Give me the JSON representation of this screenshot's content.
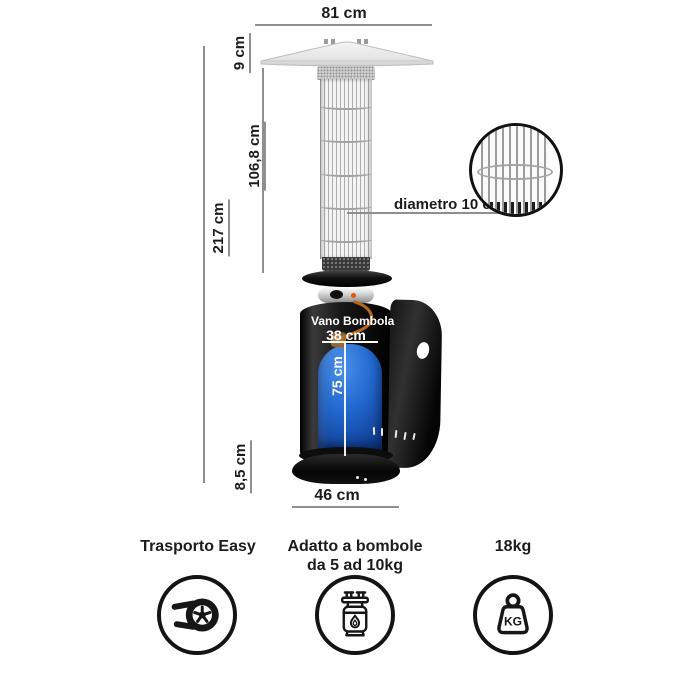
{
  "dims": {
    "top_width": "81 cm",
    "reflector_height": "9 cm",
    "tube_height": "106,8 cm",
    "total_height": "217 cm",
    "diameter": "diametro 10 cm",
    "base_height": "8,5 cm",
    "base_width": "46 cm"
  },
  "compartment": {
    "title": "Vano Bombola",
    "width": "38 cm",
    "bottle_height": "75 cm"
  },
  "features": [
    {
      "label_lines": [
        "Trasporto Easy"
      ],
      "icon": "wheel-speed-icon"
    },
    {
      "label_lines": [
        "Adatto a bombole",
        "da 5 ad 10kg"
      ],
      "icon": "gas-cylinder-flame-icon"
    },
    {
      "label_lines": [
        "18kg"
      ],
      "icon": "weight-kg-icon",
      "icon_text": "KG"
    }
  ],
  "colors": {
    "dimension_line": "#8f8f8f",
    "text": "#1c1c1c",
    "heater_body": "#141414",
    "gas_bottle_blue": "#2268cf",
    "hose_orange": "#b06520",
    "ignition_red": "#e0560f",
    "label_on_body": "#ffffff"
  }
}
